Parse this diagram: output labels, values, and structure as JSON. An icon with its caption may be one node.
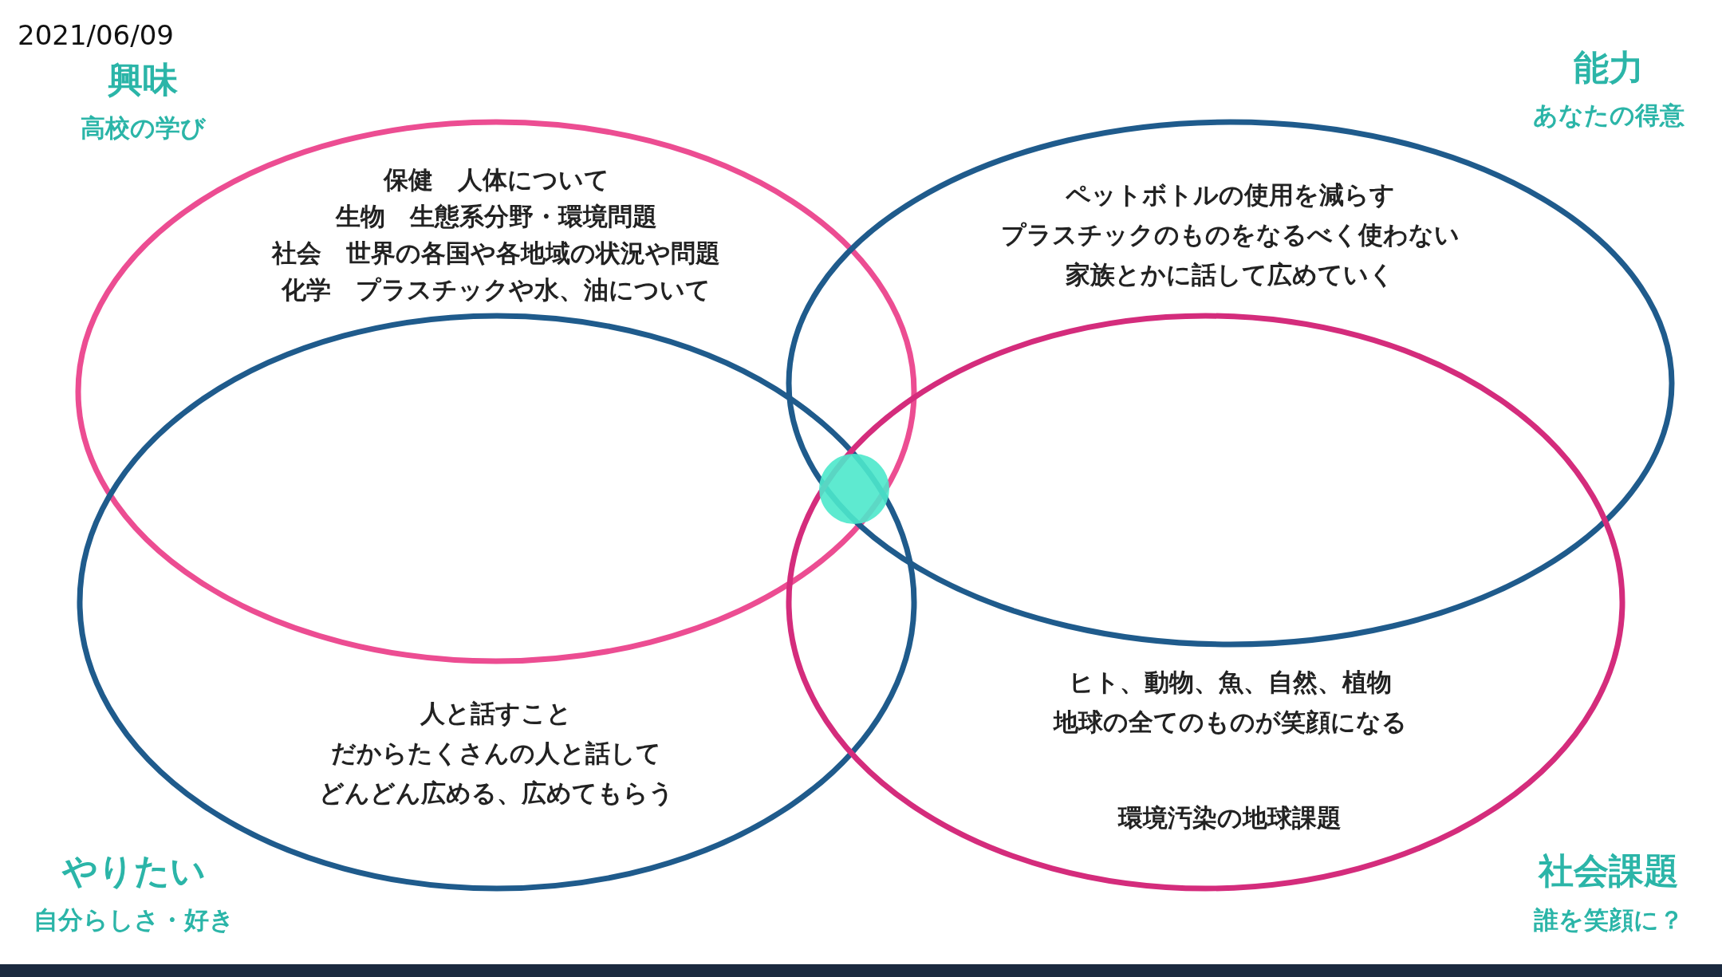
{
  "diagram": {
    "nodes": [
      {
        "text": [
          "保健　人体について",
          "生物　生態系分野・環境問題",
          "社会　世界の各国や各地域の状況や問題",
          "化学　プラスチックや水、油について"
        ],
        "beside": [
          "興味",
          "高校の学び"
        ]
      },
      {
        "text": [
          "ペットボトルの使用を減らす",
          "プラスチックのものをなるべく使わない",
          "家族とかに話して広めていく"
        ],
        "beside": [
          "能力",
          "あなたの得意"
        ]
      },
      {
        "text": [
          "人と話すこと",
          "だからたくさんの人と話して",
          "どんどん広める、広めてもらう"
        ],
        "beside": [
          "やりたい",
          "自分らしさ・好き"
        ]
      },
      {
        "text": [
          "ヒト、動物、魚、自然、植物",
          "地球の全てのものが笑顔になる",
          "環境汚染の地球課題"
        ],
        "beside": [
          "社会課題",
          "誰を笑顔に？"
        ]
      },
      {
        "text": [],
        "shape": "circle"
      }
    ],
    "edges": [],
    "labels": [
      "2021/06/09"
    ]
  }
}
